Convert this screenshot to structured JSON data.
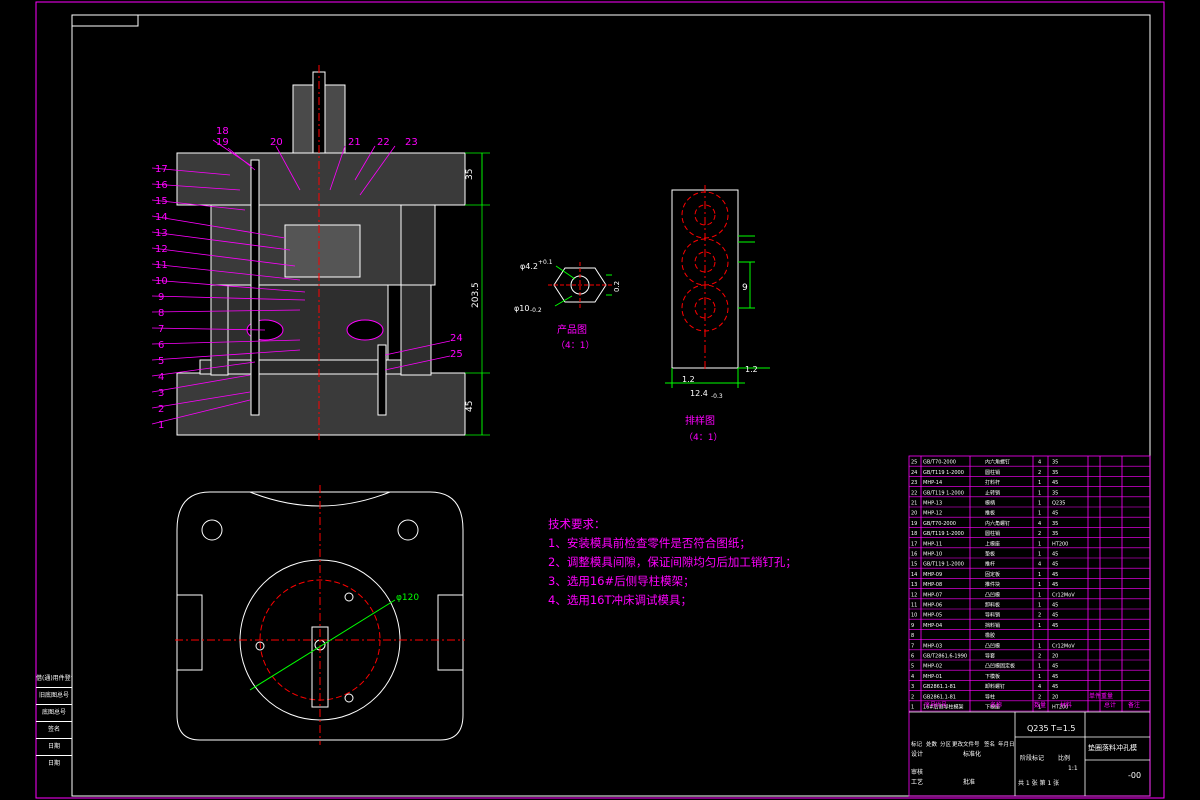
{
  "drawing": {
    "part_callouts": [
      "1",
      "2",
      "3",
      "4",
      "5",
      "6",
      "7",
      "8",
      "9",
      "10",
      "11",
      "12",
      "13",
      "14",
      "15",
      "16",
      "17",
      "18",
      "19",
      "20",
      "21",
      "22",
      "23",
      "24",
      "25"
    ],
    "dimensions": {
      "top_plate": "35",
      "overall_height": "203.5",
      "bottom_plate": "45",
      "circle_dia": "φ120"
    },
    "product_view": {
      "title": "产品图",
      "scale": "（4：1）",
      "dim_a": "φ4.2",
      "dim_a_tol": "+0.1",
      "dim_b": "φ10",
      "dim_b_tol": "-0.2",
      "dim_c": "0.2"
    },
    "strip_view": {
      "title": "排样图",
      "scale": "（4：1）",
      "pitch": "9",
      "width": "12.4",
      "width_tol": "-0.3",
      "gap1": "1.2",
      "gap2": "1.2"
    }
  },
  "notes": {
    "heading": "技术要求：",
    "items": [
      "1、安装模具前检查零件是否符合图纸；",
      "2、调整模具间隙，保证间隙均匀后加工销钉孔；",
      "3、选用16#后侧导柱模架；",
      "4、选用16T冲床调试模具；"
    ]
  },
  "title_block": {
    "material": "Q235 T=1.5",
    "drawing_name": "垫圈落料冲孔模",
    "drawing_no": "-00",
    "scale": "1:1",
    "header_cols": [
      "序号",
      "代号",
      "名称",
      "数量",
      "材料",
      "单件重量",
      "总计",
      "备注"
    ],
    "rows": [
      {
        "no": "25",
        "code": "GB/T70-2000",
        "name": "内六角螺钉",
        "qty": "4",
        "mat": "35"
      },
      {
        "no": "24",
        "code": "GB/T119 1-2000",
        "name": "圆柱销",
        "qty": "2",
        "mat": "35"
      },
      {
        "no": "23",
        "code": "MHP-14",
        "name": "打料杆",
        "qty": "1",
        "mat": "45"
      },
      {
        "no": "22",
        "code": "GB/T119 1-2000",
        "name": "止转销",
        "qty": "1",
        "mat": "35"
      },
      {
        "no": "21",
        "code": "MHP-13",
        "name": "模柄",
        "qty": "1",
        "mat": "Q235"
      },
      {
        "no": "20",
        "code": "MHP-12",
        "name": "推板",
        "qty": "1",
        "mat": "45"
      },
      {
        "no": "19",
        "code": "GB/T70-2000",
        "name": "内六角螺钉",
        "qty": "4",
        "mat": "35"
      },
      {
        "no": "18",
        "code": "GB/T119 1-2000",
        "name": "圆柱销",
        "qty": "2",
        "mat": "35"
      },
      {
        "no": "17",
        "code": "MHP-11",
        "name": "上模座",
        "qty": "1",
        "mat": "HT200"
      },
      {
        "no": "16",
        "code": "MHP-10",
        "name": "垫板",
        "qty": "1",
        "mat": "45"
      },
      {
        "no": "15",
        "code": "GB/T119 1-2000",
        "name": "推杆",
        "qty": "4",
        "mat": "45"
      },
      {
        "no": "14",
        "code": "MHP-09",
        "name": "固定板",
        "qty": "1",
        "mat": "45"
      },
      {
        "no": "13",
        "code": "MHP-08",
        "name": "推件块",
        "qty": "1",
        "mat": "45"
      },
      {
        "no": "12",
        "code": "MHP-07",
        "name": "凸凹模",
        "qty": "1",
        "mat": "Cr12MoV"
      },
      {
        "no": "11",
        "code": "MHP-06",
        "name": "卸料板",
        "qty": "1",
        "mat": "45"
      },
      {
        "no": "10",
        "code": "MHP-05",
        "name": "导料销",
        "qty": "2",
        "mat": "45"
      },
      {
        "no": "9",
        "code": "MHP-04",
        "name": "挡料销",
        "qty": "1",
        "mat": "45"
      },
      {
        "no": "8",
        "code": "",
        "name": "橡胶",
        "qty": "",
        "mat": ""
      },
      {
        "no": "7",
        "code": "MHP-03",
        "name": "凸凹模",
        "qty": "1",
        "mat": "Cr12MoV"
      },
      {
        "no": "6",
        "code": "GB/T2861.6-1990",
        "name": "导套",
        "qty": "2",
        "mat": "20"
      },
      {
        "no": "5",
        "code": "MHP-02",
        "name": "凸凹模固定板",
        "qty": "1",
        "mat": "45"
      },
      {
        "no": "4",
        "code": "MHP-01",
        "name": "下模板",
        "qty": "1",
        "mat": "45"
      },
      {
        "no": "3",
        "code": "GB2861.1-81",
        "name": "卸料螺钉",
        "qty": "4",
        "mat": "45"
      },
      {
        "no": "2",
        "code": "GB2861.1-81",
        "name": "导柱",
        "qty": "2",
        "mat": "20"
      },
      {
        "no": "1",
        "code": "16#后侧导柱模架",
        "name": "下模座",
        "qty": "1",
        "mat": "HT200"
      }
    ],
    "sign_rows": [
      "标记",
      "处数",
      "分区",
      "更改文件号",
      "签名",
      "年月日"
    ],
    "role_labels": [
      "设计",
      "标准化",
      "审核",
      "工艺",
      "批准"
    ],
    "sheet_info": "共 1 张 第 1 张",
    "weight_label": "阶段标记",
    "ratio_label": "比例"
  },
  "side_strip": [
    "借(通)用件登记",
    "旧底图总号",
    "底图总号",
    "签名",
    "日期"
  ]
}
